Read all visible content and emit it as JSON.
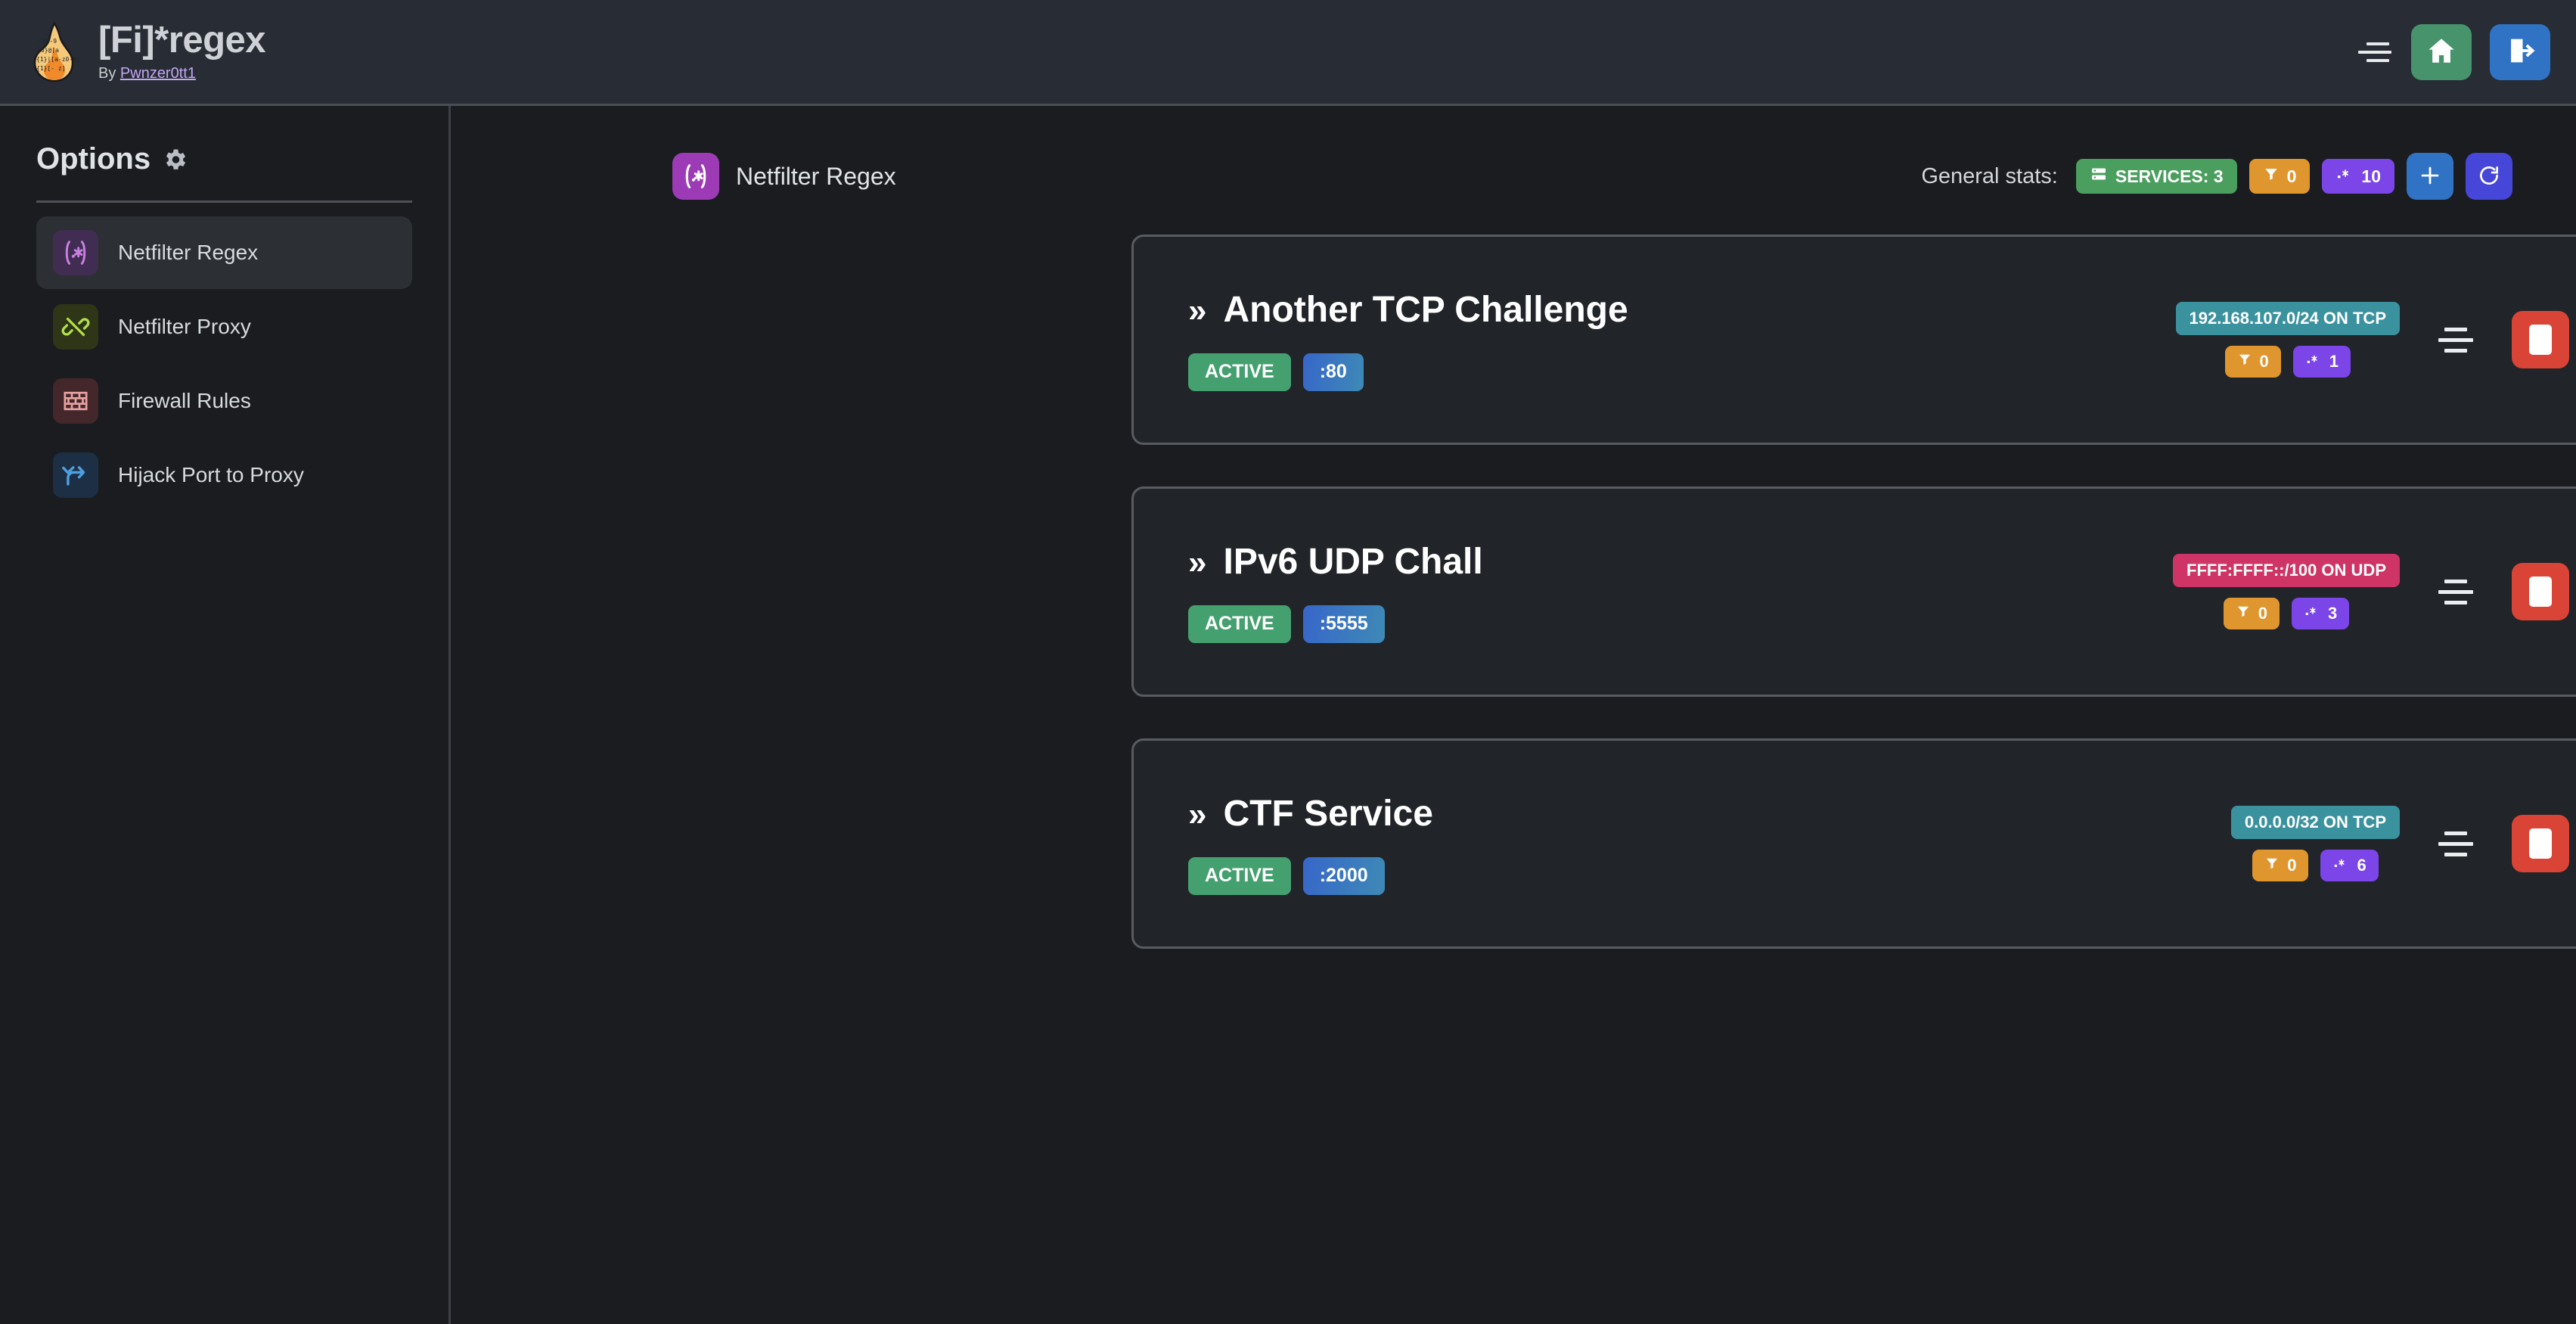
{
  "header": {
    "logo_icon": "flame-regex-logo",
    "title": "[Fi]*regex",
    "by_prefix": "By ",
    "author": "Pwnzer0tt1",
    "menu_icon": "hamburger-menu-icon",
    "home_icon": "home-icon",
    "logout_icon": "logout-icon",
    "colors": {
      "home": "#46936c",
      "logout": "#3072c4",
      "bar": "#272c35"
    }
  },
  "sidebar": {
    "title": "Options",
    "gear_icon": "gear-icon",
    "items": [
      {
        "label": "Netfilter Regex",
        "icon": "regex-icon",
        "active": true,
        "icon_bg": "#412d52",
        "icon_fg": "#c97fe0"
      },
      {
        "label": "Netfilter Proxy",
        "icon": "plug-icon",
        "active": false,
        "icon_bg": "#2e3617",
        "icon_fg": "#b4e04a"
      },
      {
        "label": "Firewall Rules",
        "icon": "brick-wall-icon",
        "active": false,
        "icon_bg": "#43272a",
        "icon_fg": "#e9a2a2"
      },
      {
        "label": "Hijack Port to Proxy",
        "icon": "route-icon",
        "active": false,
        "icon_bg": "#1d2f44",
        "icon_fg": "#4d9fe0"
      }
    ]
  },
  "main": {
    "section_icon": "regex-icon",
    "section_title": "Netfilter Regex",
    "stats_label": "General stats:",
    "stats": [
      {
        "name": "services",
        "icon": "server-icon",
        "text": "SERVICES: 3",
        "color": "#4a9e5e"
      },
      {
        "name": "regexes",
        "icon": "filter-icon",
        "text": "0",
        "color": "#e0962e"
      },
      {
        "name": "packets",
        "icon": "regex-dot-star-icon",
        "text": "10",
        "color": "#7b45e8"
      }
    ],
    "add_icon": "plus-icon",
    "refresh_icon": "refresh-icon"
  },
  "services": [
    {
      "chevron_icon": "double-chevron-right-icon",
      "name": "Another TCP Challenge",
      "status": "ACTIVE",
      "port": ":80",
      "network": "192.168.107.0/24 ON TCP",
      "network_proto": "tcp",
      "filter_icon": "filter-icon",
      "filter_count": "0",
      "regex_icon": "regex-dot-star-icon",
      "regex_count": "1",
      "drag_icon": "drag-handle-icon",
      "stop_icon": "stop-icon",
      "play_icon": "play-icon",
      "detail_icon": "chevron-right-icon"
    },
    {
      "chevron_icon": "double-chevron-right-icon",
      "name": "IPv6 UDP Chall",
      "status": "ACTIVE",
      "port": ":5555",
      "network": "FFFF:FFFF::/100 ON UDP",
      "network_proto": "udp",
      "filter_icon": "filter-icon",
      "filter_count": "0",
      "regex_icon": "regex-dot-star-icon",
      "regex_count": "3",
      "drag_icon": "drag-handle-icon",
      "stop_icon": "stop-icon",
      "play_icon": "play-icon",
      "detail_icon": "chevron-right-icon"
    },
    {
      "chevron_icon": "double-chevron-right-icon",
      "name": "CTF Service",
      "status": "ACTIVE",
      "port": ":2000",
      "network": "0.0.0.0/32 ON TCP",
      "network_proto": "tcp",
      "filter_icon": "filter-icon",
      "filter_count": "0",
      "regex_icon": "regex-dot-star-icon",
      "regex_count": "6",
      "drag_icon": "drag-handle-icon",
      "stop_icon": "stop-icon",
      "play_icon": "play-icon",
      "detail_icon": "chevron-right-icon"
    }
  ],
  "theme": {
    "bg": "#1a1c1f",
    "card_bg": "#212428",
    "card_border": "#585c62",
    "active_green": "#45a06f",
    "stop_red": "#d94436",
    "accent_purple": "#9c3bb5"
  }
}
